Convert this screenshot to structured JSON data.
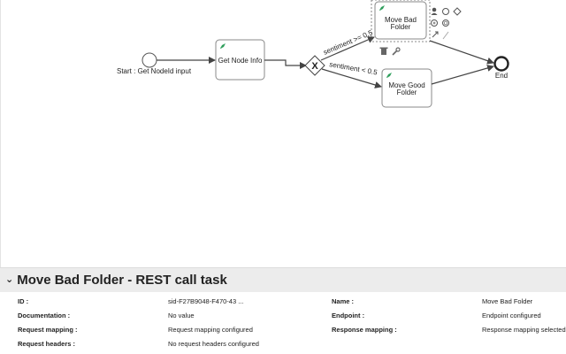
{
  "diagram": {
    "start_label": "Start : Get NodeId input",
    "task_get_node_line1": "Get Node Info",
    "task_bad_line1": "Move Bad",
    "task_bad_line2": "Folder",
    "task_good_line1": "Move Good",
    "task_good_line2": "Folder",
    "flow_upper": "sentiment >= 0.5",
    "flow_lower": "sentiment < 0.5",
    "end_label": "End",
    "gateway_symbol": "X"
  },
  "panel": {
    "title": "Move Bad Folder - REST call task",
    "rows": [
      {
        "k1": "ID :",
        "v1": "sid-F27B9048-F470-43 ...",
        "k2": "Name :",
        "v2": "Move Bad Folder"
      },
      {
        "k1": "Documentation :",
        "v1": "No value",
        "k2": "Endpoint :",
        "v2": "Endpoint configured"
      },
      {
        "k1": "Request mapping :",
        "v1": "Request mapping configured",
        "k2": "Response mapping :",
        "v2": "Response mapping selected"
      },
      {
        "k1": "Request headers :",
        "v1": "No request headers configured",
        "k2": "",
        "v2": ""
      }
    ]
  },
  "colors": {
    "task_icon": "#2e9e5b",
    "flow": "#444444",
    "panel_header_bg": "#ececec"
  }
}
